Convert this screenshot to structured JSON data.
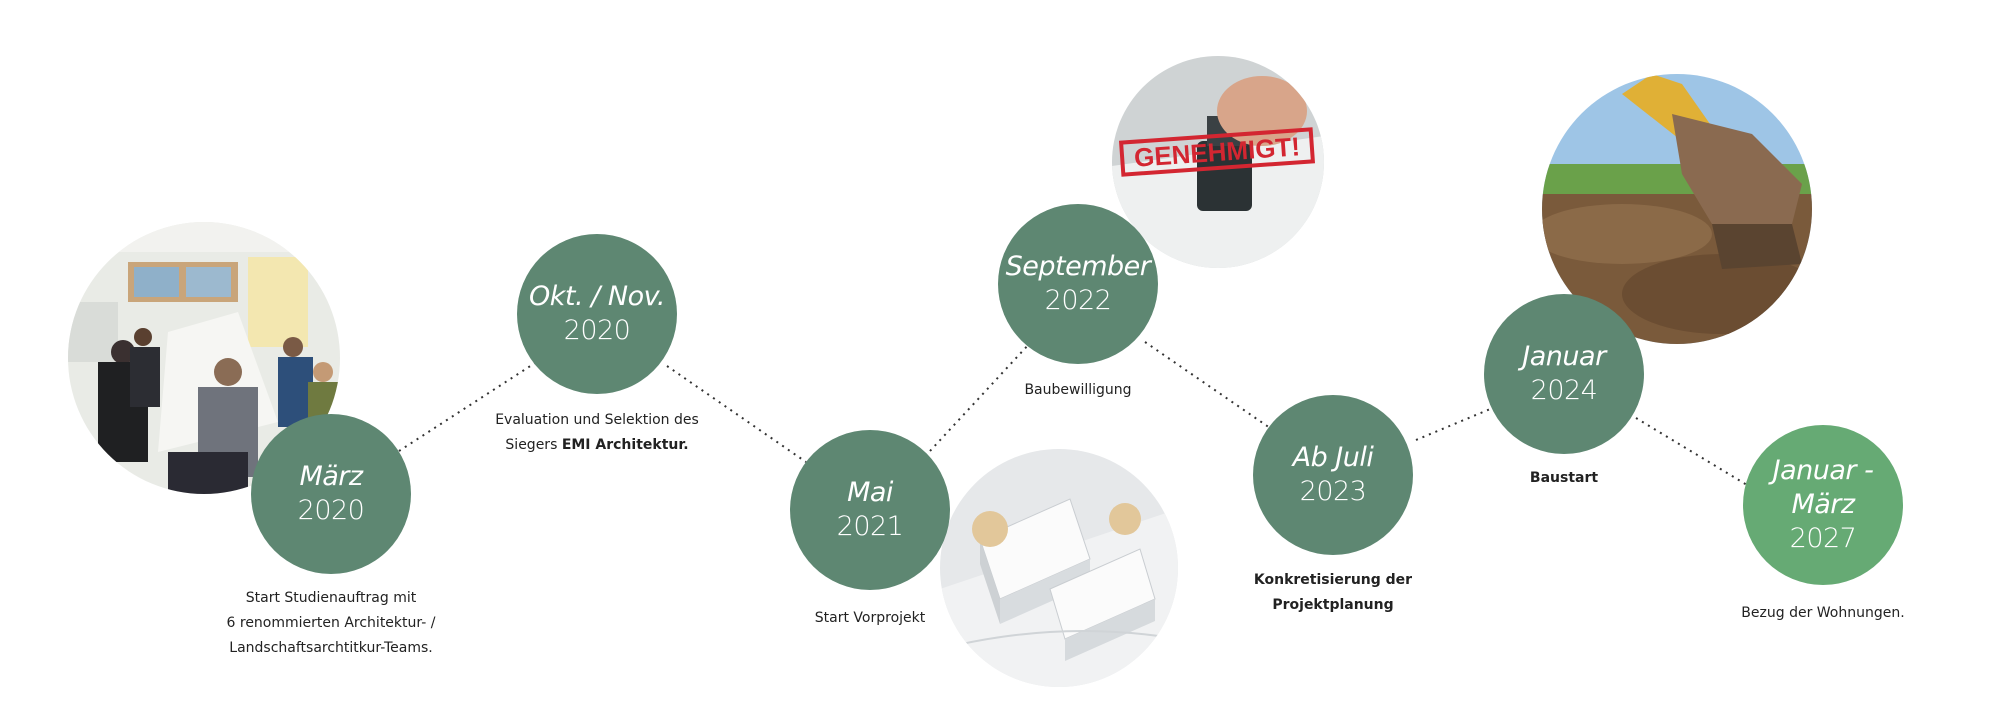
{
  "milestones": [
    {
      "line1": "März",
      "line2": "2020",
      "caption": [
        "Start Studienauftrag mit",
        "6 renommierten Architektur- /",
        "Landschaftsarchtitkur-Teams."
      ],
      "photo": "meeting-room"
    },
    {
      "line1": "Okt. / Nov.",
      "line2": "2020",
      "caption_pre": "Evaluation und Selektion des",
      "caption_mid": "Siegers ",
      "caption_bold": "EMI Architektur."
    },
    {
      "line1": "Mai",
      "line2": "2021",
      "caption": [
        "Start Vorprojekt"
      ],
      "photo": "architecture-model"
    },
    {
      "line1": "September",
      "line2": "2022",
      "caption": [
        "Baubewilligung"
      ],
      "photo": "approval-stamp"
    },
    {
      "line1": "Ab Juli",
      "line2": "2023",
      "caption": [
        "Konkretisierung der",
        "Projektplanung"
      ]
    },
    {
      "line1": "Januar",
      "line2": "2024",
      "caption": [
        "Baustart"
      ],
      "photo": "excavator"
    },
    {
      "line1": "Januar - März",
      "line2": "2027",
      "caption": [
        "Bezug der Wohnungen."
      ]
    }
  ],
  "stamp_text": "GENEHMIGT!",
  "colors": {
    "node": "#5e8772",
    "final_node": "#66aa74",
    "connector": "#333333"
  }
}
